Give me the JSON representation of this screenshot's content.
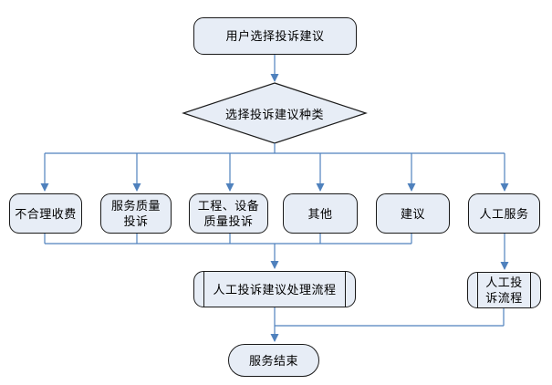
{
  "flowchart": {
    "nodes": {
      "start": {
        "label": "用户选择投诉建议",
        "type": "rounded-rectangle"
      },
      "decision": {
        "label": "选择投诉建议种类",
        "type": "diamond"
      },
      "unreasonable_charges": {
        "label": "不合理收费",
        "type": "rounded-rectangle"
      },
      "service_quality": {
        "label": "服务质量投诉",
        "type": "rounded-rectangle"
      },
      "engineering_equipment": {
        "label": "工程、设备质量投诉",
        "type": "rounded-rectangle"
      },
      "other": {
        "label": "其他",
        "type": "rounded-rectangle"
      },
      "suggestion": {
        "label": "建议",
        "type": "rounded-rectangle"
      },
      "manual_service": {
        "label": "人工服务",
        "type": "rounded-rectangle"
      },
      "process_main": {
        "label": "人工投诉建议处理流程",
        "type": "predefined-process"
      },
      "process_manual": {
        "label": "人工投诉流程",
        "type": "predefined-process"
      },
      "end": {
        "label": "服务结束",
        "type": "terminator"
      }
    },
    "edges": [
      {
        "from": "start",
        "to": "decision"
      },
      {
        "from": "decision",
        "to": "unreasonable_charges"
      },
      {
        "from": "decision",
        "to": "service_quality"
      },
      {
        "from": "decision",
        "to": "engineering_equipment"
      },
      {
        "from": "decision",
        "to": "other"
      },
      {
        "from": "decision",
        "to": "suggestion"
      },
      {
        "from": "decision",
        "to": "manual_service"
      },
      {
        "from": "unreasonable_charges",
        "to": "process_main"
      },
      {
        "from": "service_quality",
        "to": "process_main"
      },
      {
        "from": "engineering_equipment",
        "to": "process_main"
      },
      {
        "from": "other",
        "to": "process_main"
      },
      {
        "from": "suggestion",
        "to": "process_main"
      },
      {
        "from": "manual_service",
        "to": "process_manual"
      },
      {
        "from": "process_main",
        "to": "end"
      },
      {
        "from": "process_manual",
        "to": "end"
      }
    ],
    "colors": {
      "node_fill": "#e7edf6",
      "node_border": "#1a1a1a",
      "connector": "#4f81bd",
      "background": "#ffffff",
      "text": "#000000"
    }
  }
}
